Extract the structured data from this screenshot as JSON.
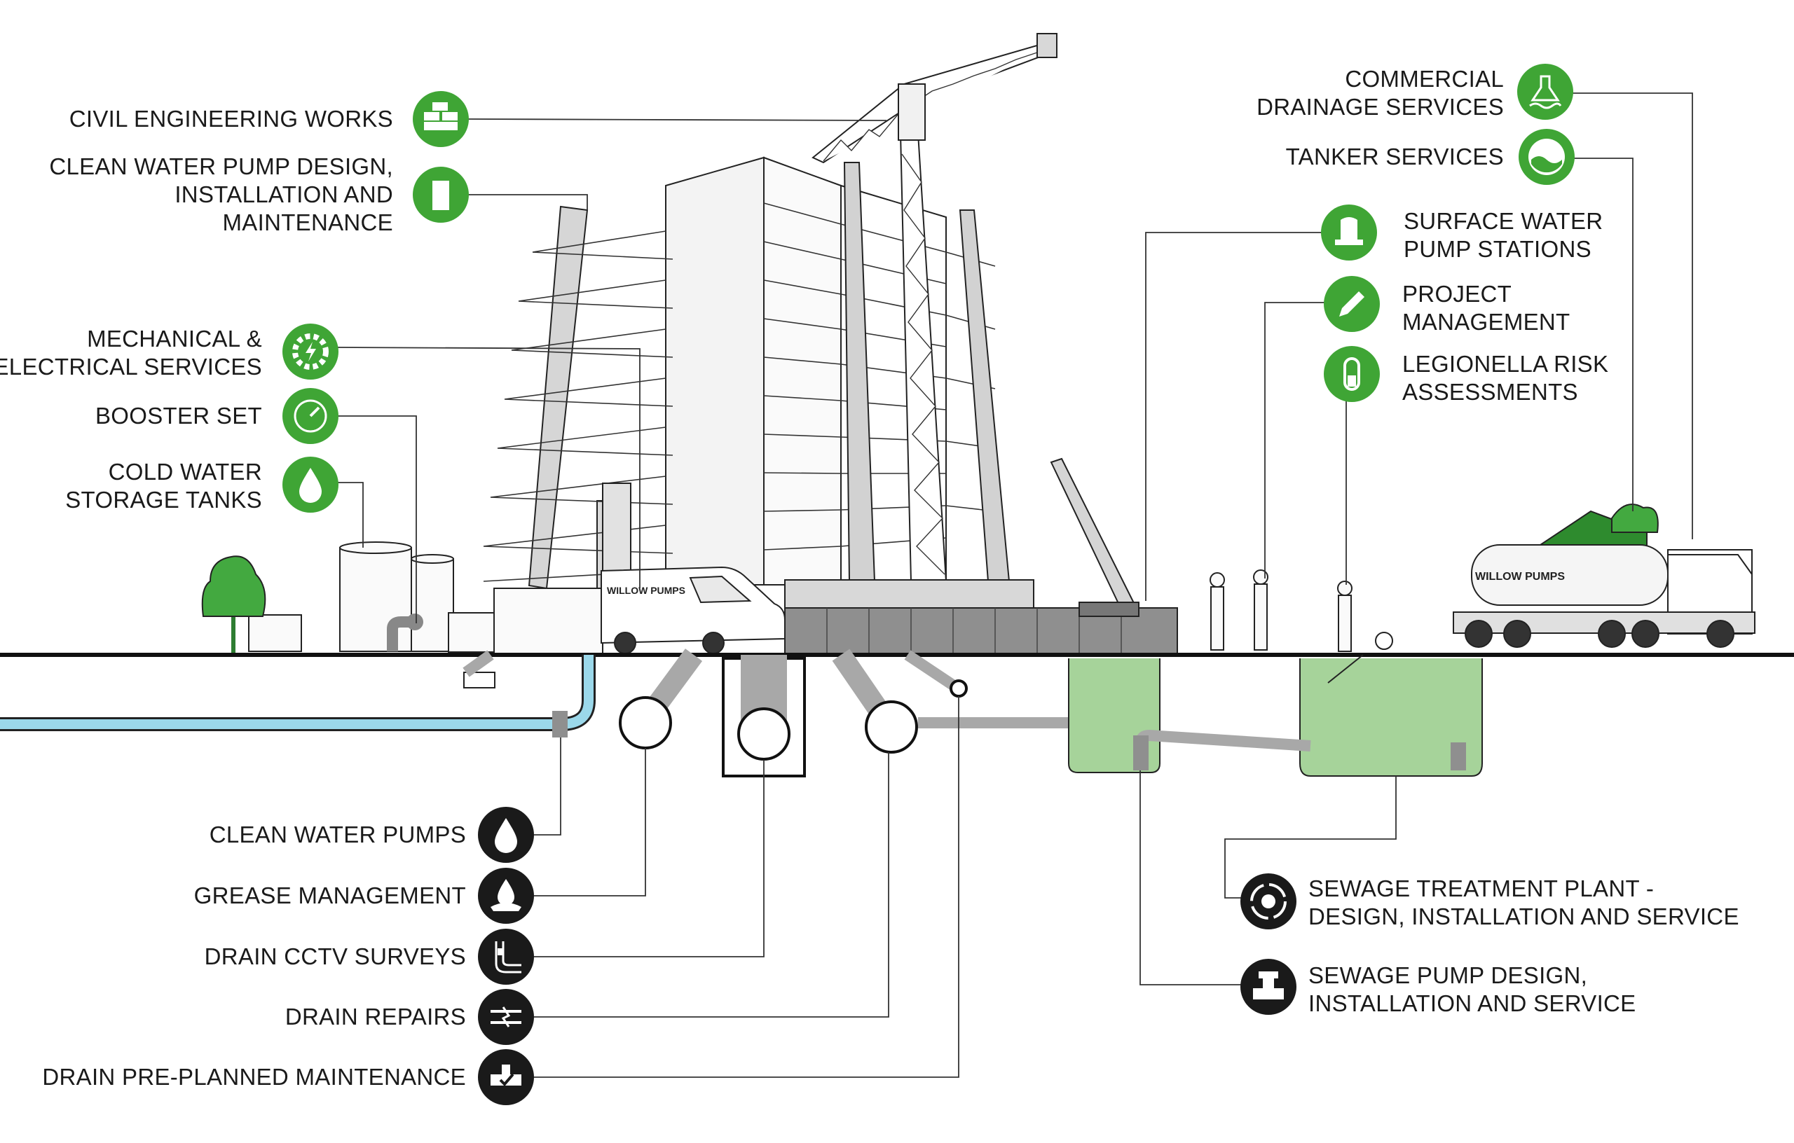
{
  "services_left": [
    {
      "lines": [
        "CIVIL ENGINEERING WORKS"
      ],
      "icon": "bricks-icon"
    },
    {
      "lines": [
        "CLEAN WATER PUMP DESIGN,",
        "INSTALLATION AND",
        "MAINTENANCE"
      ],
      "icon": "pump-tag-icon"
    },
    {
      "lines": [
        "MECHANICAL &",
        "ELECTRICAL SERVICES"
      ],
      "icon": "gear-lightning-icon"
    },
    {
      "lines": [
        "BOOSTER SET"
      ],
      "icon": "gauge-icon"
    },
    {
      "lines": [
        "COLD WATER",
        "STORAGE TANKS"
      ],
      "icon": "water-drop-icon"
    }
  ],
  "services_right": [
    {
      "lines": [
        "COMMERCIAL",
        "DRAINAGE SERVICES"
      ],
      "icon": "drain-flask-icon"
    },
    {
      "lines": [
        "TANKER SERVICES"
      ],
      "icon": "tank-water-icon"
    },
    {
      "lines": [
        "SURFACE WATER",
        "PUMP STATIONS"
      ],
      "icon": "pump-station-icon"
    },
    {
      "lines": [
        "PROJECT",
        "MANAGEMENT"
      ],
      "icon": "pencil-icon"
    },
    {
      "lines": [
        "LEGIONELLA RISK",
        "ASSESSMENTS"
      ],
      "icon": "test-tube-icon"
    }
  ],
  "services_underground_left": [
    {
      "lines": [
        "CLEAN WATER PUMPS"
      ],
      "icon": "water-drop-icon"
    },
    {
      "lines": [
        "GREASE MANAGEMENT"
      ],
      "icon": "grease-drop-icon"
    },
    {
      "lines": [
        "DRAIN CCTV SURVEYS"
      ],
      "icon": "cctv-pipe-icon"
    },
    {
      "lines": [
        "DRAIN REPAIRS"
      ],
      "icon": "pipe-repair-icon"
    },
    {
      "lines": [
        "DRAIN PRE-PLANNED MAINTENANCE"
      ],
      "icon": "valve-check-icon"
    }
  ],
  "services_underground_right": [
    {
      "lines": [
        "SEWAGE TREATMENT PLANT -",
        "DESIGN, INSTALLATION AND SERVICE"
      ],
      "icon": "treatment-cycle-icon"
    },
    {
      "lines": [
        "SEWAGE PUMP DESIGN,",
        "INSTALLATION AND SERVICE"
      ],
      "icon": "sewage-pump-icon"
    }
  ],
  "brand": {
    "van_logo": "WILLOW PUMPS",
    "tanker_logo": "WILLOW PUMPS"
  },
  "colors": {
    "green": "#3fa535",
    "black": "#1a1a1a",
    "water_blue": "#9bd8ea",
    "sewage_green": "#a6d39a",
    "pipe_grey": "#a8a8a8"
  }
}
